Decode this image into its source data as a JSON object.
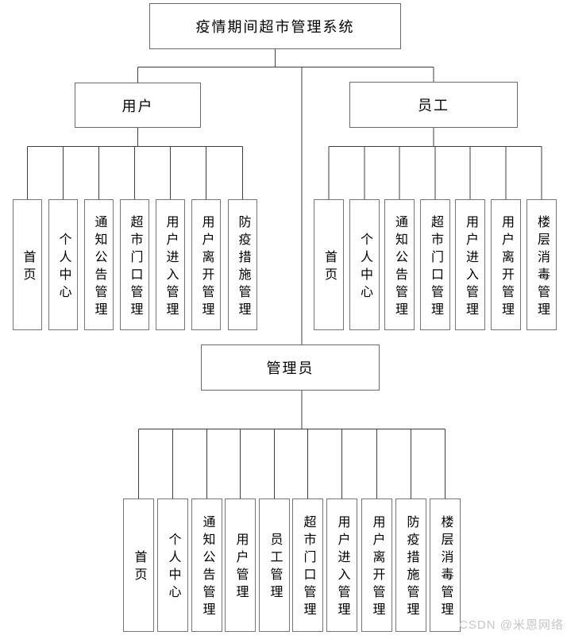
{
  "title": "疫情期间超市管理系统",
  "watermark": "CSDN @米恩网络",
  "colors": {
    "connector": "#3f3f3f",
    "node_border": "#6a6a6a",
    "node_fill": "#ffffff",
    "text": "#000000",
    "watermark": "#c6c6c6"
  },
  "tree": {
    "root_label": "疫情期间超市管理系统",
    "branches": [
      {
        "label": "用户",
        "children": [
          "首页",
          "个人中心",
          "通知公告管理",
          "超市门口管理",
          "用户进入管理",
          "用户离开管理",
          "防疫措施管理"
        ]
      },
      {
        "label": "员工",
        "children": [
          "首页",
          "个人中心",
          "通知公告管理",
          "超市门口管理",
          "用户进入管理",
          "用户离开管理",
          "楼层消毒管理"
        ]
      },
      {
        "label": "管理员",
        "children": [
          "首页",
          "个人中心",
          "通知公告管理",
          "用户管理",
          "员工管理",
          "超市门口管理",
          "用户进入管理",
          "用户离开管理",
          "防疫措施管理",
          "楼层消毒管理"
        ]
      }
    ]
  }
}
